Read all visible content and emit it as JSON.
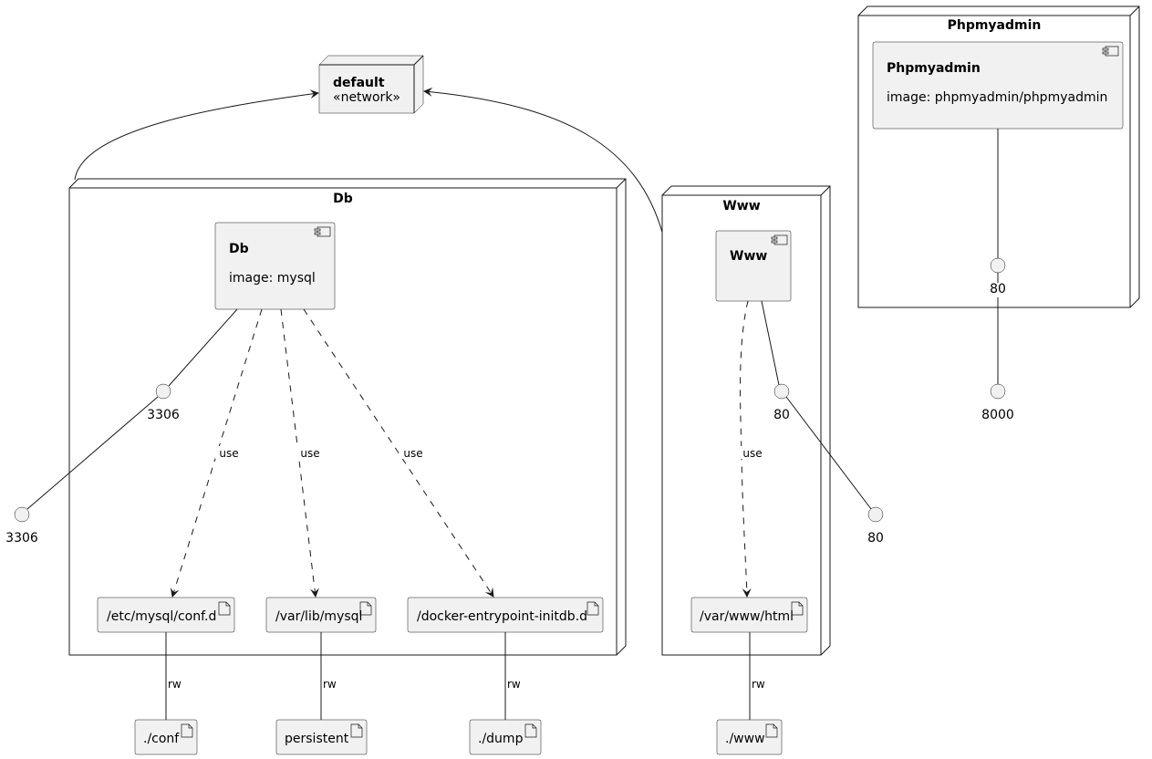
{
  "network": {
    "name": "default",
    "stereotype": "«network»"
  },
  "nodes": {
    "db": {
      "title": "Db",
      "component": {
        "name": "Db",
        "image": "image: mysql"
      },
      "port": "3306",
      "volumes": [
        "/etc/mysql/conf.d",
        "/var/lib/mysql",
        "/docker-entrypoint-initdb.d"
      ]
    },
    "www": {
      "title": "Www",
      "component": {
        "name": "Www"
      },
      "port": "80",
      "volumes": [
        "/var/www/html"
      ]
    },
    "phpmyadmin": {
      "title": "Phpmyadmin",
      "component": {
        "name": "Phpmyadmin",
        "image": "image: phpmyadmin/phpmyadmin"
      },
      "port": "80"
    }
  },
  "external_ports": {
    "db": "3306",
    "www": "80",
    "phpmyadmin": "8000"
  },
  "host_volumes": [
    "./conf",
    "persistent",
    "./dump",
    "./www"
  ],
  "edge_labels": {
    "use": "use",
    "rw": "rw"
  }
}
